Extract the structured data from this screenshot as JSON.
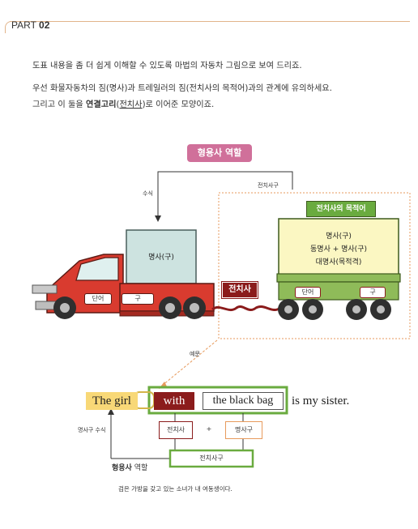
{
  "header": {
    "part_label": "PART",
    "part_number": "02"
  },
  "intro": {
    "line1": "도표 내용을 좀 더 쉽게 이해할 수 있도록 마법의 자동차 그림으로 보여 드리죠.",
    "line2": "우선 화물자동차의 짐(명사)과 트레일러의 짐(전치사의 목적어)과의 관계에 유의하세요.",
    "line3_pre": "그리고 이 둘을 ",
    "line3_bold": "연결고리",
    "line3_mid": "(",
    "line3_u": "전치사",
    "line3_post": ")로 이어준 모양이죠."
  },
  "diagram": {
    "role_pill": "형용사 역할",
    "modifier_label": "수식",
    "prep_phrase_label": "전치사구",
    "trailer_title": "전치사의 목적어",
    "trailer_cargo": [
      "명사(구)",
      "동명사 + 명사(구)",
      "대명사(목적격)"
    ],
    "truck_cargo": "명사(구)",
    "truck_word": "단어",
    "truck_phrase": "구",
    "trailer_word": "단어",
    "trailer_phrase": "구",
    "prep_tag": "전치사",
    "example_label": "예문"
  },
  "colors": {
    "pill": "#d0709a",
    "truck_red": "#d93b2f",
    "truck_cargo": "#cde3e0",
    "trailer_green": "#8fbb59",
    "trailer_cargo": "#fbf7c2",
    "prep_dark_red": "#8b1c1c",
    "frame_green": "#6aab3f",
    "highlight_yellow": "#f8d877",
    "dashed_orange": "#e79a5c"
  },
  "example": {
    "subject": "The girl",
    "prep": "with",
    "object": "the black bag",
    "rest": "is my sister.",
    "modifier_label": "명사구 수식",
    "prep_box": "전치사",
    "plus": "+",
    "noun_phrase_box": "명사구",
    "prep_phrase_box": "전치사구",
    "role_bold": "형용사",
    "role_rest": " 역할",
    "translation": "검은 가방을 갖고 있는 소녀가 내 여동생이다."
  }
}
